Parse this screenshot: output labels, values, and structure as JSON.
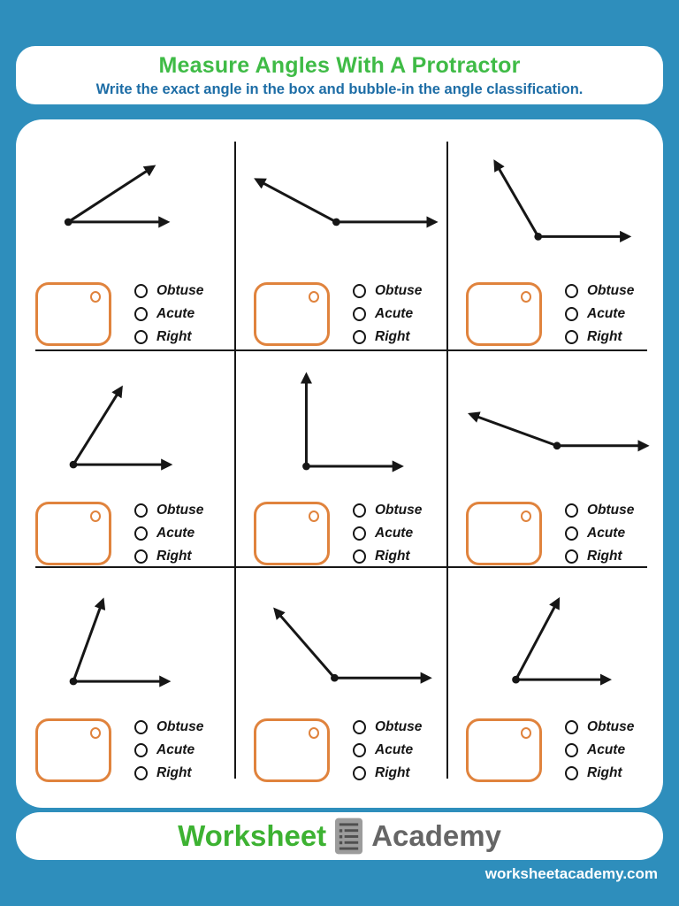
{
  "colors": {
    "bg": "#2e8ebc",
    "card": "#ffffff",
    "title_green": "#3fbb46",
    "subtitle_blue": "#1d6da6",
    "ink": "#161616",
    "box_orange": "#e0833d",
    "brand_green": "#3db232",
    "brand_gray": "#666666",
    "icon_gray": "#9c9c9c",
    "icon_line": "#4f4f4f",
    "site_white": "#ffffff"
  },
  "header": {
    "title": "Measure Angles With A Protractor",
    "subtitle": "Write the exact angle in the box and bubble-in the angle classification."
  },
  "worksheet": {
    "options": [
      "Obtuse",
      "Acute",
      "Right"
    ],
    "figure": {
      "viewbox_w": 220,
      "viewbox_h": 155,
      "stroke_width": 3.1,
      "vertex_radius": 4.5
    },
    "problems": [
      {
        "cell": "r1c1",
        "vertex": [
          42,
          95
        ],
        "rays": [
          {
            "deg": 0,
            "len": 115
          },
          {
            "deg": 33,
            "len": 118
          }
        ]
      },
      {
        "cell": "r1c2",
        "vertex": [
          100,
          95
        ],
        "rays": [
          {
            "deg": 0,
            "len": 115
          },
          {
            "deg": 152,
            "len": 105
          }
        ]
      },
      {
        "cell": "r1c3",
        "vertex": [
          88,
          112
        ],
        "rays": [
          {
            "deg": 0,
            "len": 105
          },
          {
            "deg": 120,
            "len": 100
          }
        ]
      },
      {
        "cell": "r2c1",
        "vertex": [
          48,
          122
        ],
        "rays": [
          {
            "deg": 0,
            "len": 112
          },
          {
            "deg": 58,
            "len": 105
          }
        ]
      },
      {
        "cell": "r2c2",
        "vertex": [
          65,
          124
        ],
        "rays": [
          {
            "deg": 0,
            "len": 110
          },
          {
            "deg": 90,
            "len": 106
          }
        ]
      },
      {
        "cell": "r2c3",
        "vertex": [
          110,
          100
        ],
        "rays": [
          {
            "deg": 0,
            "len": 104
          },
          {
            "deg": 160,
            "len": 107
          }
        ]
      },
      {
        "cell": "r3c1",
        "vertex": [
          48,
          122
        ],
        "rays": [
          {
            "deg": 0,
            "len": 110
          },
          {
            "deg": 70,
            "len": 100
          }
        ]
      },
      {
        "cell": "r3c2",
        "vertex": [
          98,
          118
        ],
        "rays": [
          {
            "deg": 0,
            "len": 110
          },
          {
            "deg": 131,
            "len": 105
          }
        ]
      },
      {
        "cell": "r3c3",
        "vertex": [
          62,
          120
        ],
        "rays": [
          {
            "deg": 0,
            "len": 108
          },
          {
            "deg": 62,
            "len": 105
          }
        ]
      }
    ]
  },
  "footer": {
    "brand_first": "Worksheet",
    "brand_second": "Academy",
    "icon": "notepad-icon",
    "website": "worksheetacademy.com"
  }
}
